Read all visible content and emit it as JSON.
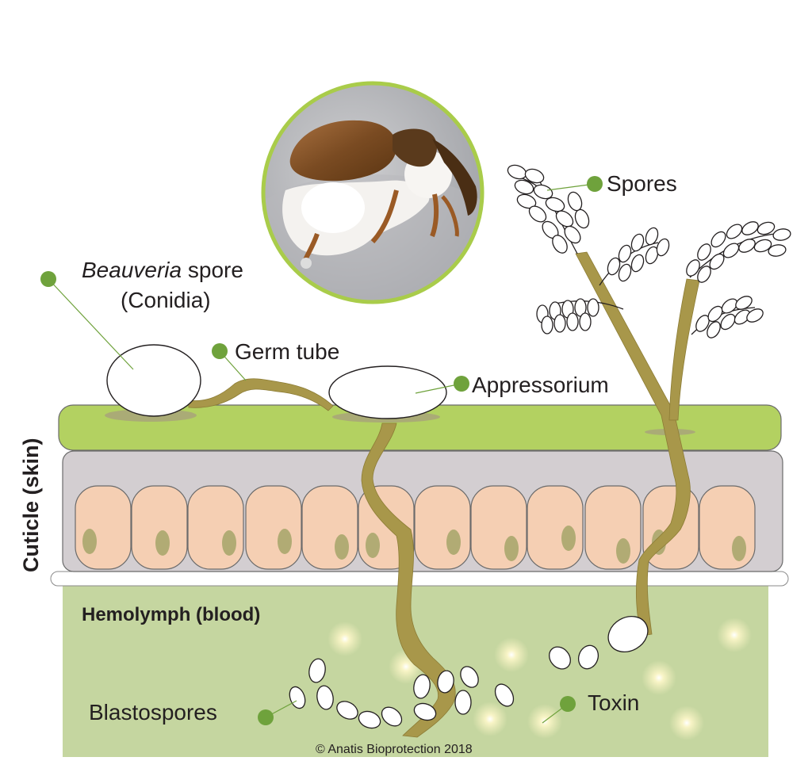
{
  "labels": {
    "conidia_italic": "Beauveria",
    "conidia_rest": " spore",
    "conidia_line2": "(Conidia)",
    "germ_tube": "Germ tube",
    "appressorium": "Appressorium",
    "spores": "Spores",
    "cuticle": "Cuticle (skin)",
    "hemolymph": "Hemolymph (blood)",
    "blastospores": "Blastospores",
    "toxin": "Toxin",
    "copyright": "© Anatis Bioprotection 2018"
  },
  "colors": {
    "marker": "#6fa23c",
    "cuticle": "#b3d161",
    "epidermis_bg": "#d3ced1",
    "cell": "#f5cfb3",
    "nucleus": "#b1ab74",
    "hemolymph": "#c5d6a0",
    "hyphae": "#a8974a",
    "photo_ring": "#a9cc4a"
  },
  "icons": {
    "photo": "weevil-photo",
    "spore": "spore-icon",
    "toxin": "toxin-glow-icon"
  }
}
